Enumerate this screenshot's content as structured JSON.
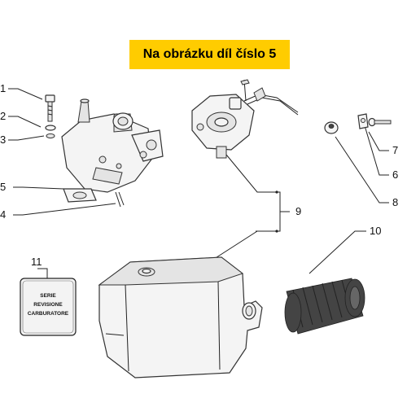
{
  "banner": {
    "text": "Na obrázku díl číslo 5"
  },
  "callouts": [
    {
      "id": "1",
      "label": "1"
    },
    {
      "id": "2",
      "label": "2"
    },
    {
      "id": "3",
      "label": "3"
    },
    {
      "id": "4",
      "label": "4"
    },
    {
      "id": "5",
      "label": "5"
    },
    {
      "id": "6",
      "label": "6"
    },
    {
      "id": "7",
      "label": "7"
    },
    {
      "id": "8",
      "label": "8"
    },
    {
      "id": "9",
      "label": "9"
    },
    {
      "id": "10",
      "label": "10"
    },
    {
      "id": "11",
      "label": "11"
    }
  ],
  "kit_label": {
    "line1": "SERIE",
    "line2": "REVISIONE",
    "line3": "CARBURATORE"
  },
  "colors": {
    "banner": "#ffcc00"
  }
}
